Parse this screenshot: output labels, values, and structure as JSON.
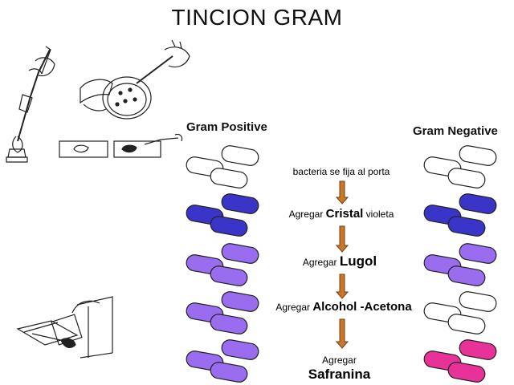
{
  "title": "TINCION GRAM",
  "columns": {
    "positive": "Gram Positive",
    "negative": "Gram Negative"
  },
  "steps": [
    {
      "id": "fix",
      "text": "bacteria se fija al porta"
    },
    {
      "id": "crystal",
      "prefix": "Agregar ",
      "strong": "Cristal",
      "suffix": " violeta"
    },
    {
      "id": "lugol",
      "prefix": "Agregar ",
      "strong": "Lugol"
    },
    {
      "id": "alcohol",
      "prefix": "Agregar  ",
      "strong": "Alcohol -Acetona"
    },
    {
      "id": "safranin",
      "prefix": "Agregar",
      "strong": "Safranina"
    }
  ],
  "colors": {
    "unstained": "#ffffff",
    "crystal_violet": "#3a35c8",
    "lugol_purple": "#9a6cf0",
    "safranin_pink": "#e8329a",
    "outline": "#222222",
    "arrow_fill": "#c8782a",
    "arrow_edge": "#7a3c0c"
  },
  "rows": [
    {
      "positive": "unstained",
      "negative": "unstained"
    },
    {
      "positive": "crystal_violet",
      "negative": "crystal_violet"
    },
    {
      "positive": "lugol_purple",
      "negative": "lugol_purple"
    },
    {
      "positive": "lugol_purple",
      "negative": "unstained"
    },
    {
      "positive": "lugol_purple",
      "negative": "safranin_pink"
    }
  ],
  "illustrations": [
    "inoculating-loop-in-flame",
    "petri-dish-with-loop",
    "glass-slide-with-smear",
    "slide-held-with-clothespin-over-flame"
  ]
}
